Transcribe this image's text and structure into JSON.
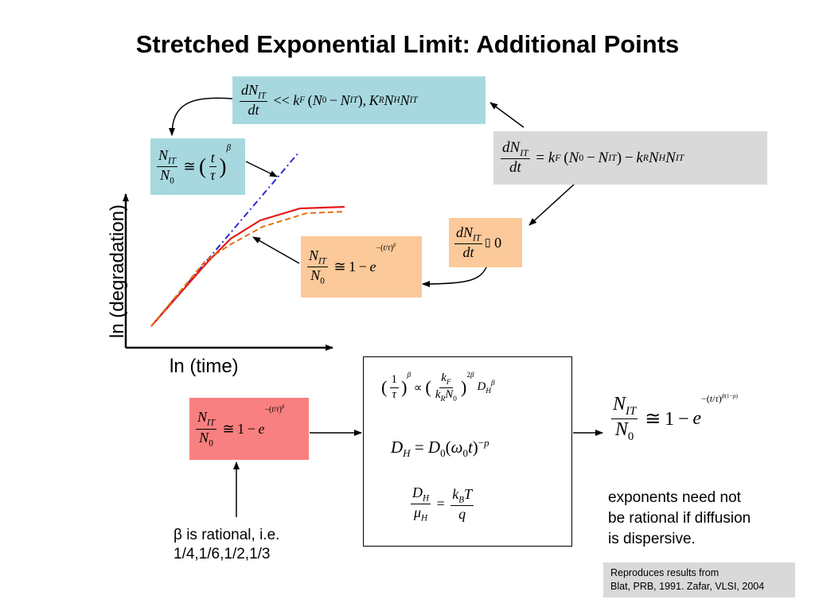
{
  "slide": {
    "title": "Stretched Exponential Limit: Additional Points"
  },
  "graph": {
    "y_axis_label": "ln (degradation)",
    "x_axis_label": "ln (time)"
  },
  "notes": {
    "beta_note_line1": "β is rational, i.e.",
    "beta_note_line2": "1/4,1/6,1/2,1/3",
    "dispersive_line1": "exponents need not",
    "dispersive_line2": "be rational if diffusion",
    "dispersive_line3": "is dispersive.",
    "reference_line1": "Reproduces results from",
    "reference_line2": "Blat, PRB, 1991. Zafar, VLSI, 2004"
  },
  "colors": {
    "teal_box": "#a8d8df",
    "gray_box": "#d9d9d9",
    "peach_box": "#fbc99a",
    "red_box": "#f98080",
    "red_curve": "#e41a1c",
    "orange_curve": "#e66f0a",
    "blue_dashdot": "#2a2ad0"
  }
}
